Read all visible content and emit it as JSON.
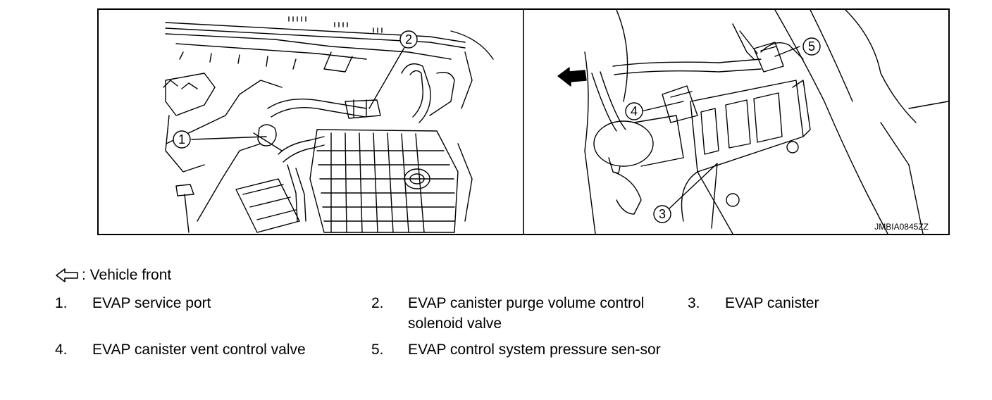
{
  "figure": {
    "image_code": "JMBIA0845ZZ",
    "callouts": [
      "1",
      "2",
      "3",
      "4",
      "5"
    ]
  },
  "legend": {
    "front_label": ": Vehicle front",
    "front_icon": "hollow-arrow-left-icon",
    "items": [
      {
        "number": "1.",
        "text": "EVAP service port"
      },
      {
        "number": "2.",
        "text": "EVAP canister purge volume control solenoid valve"
      },
      {
        "number": "3.",
        "text": "EVAP canister"
      },
      {
        "number": "4.",
        "text": "EVAP canister vent control valve"
      },
      {
        "number": "5.",
        "text": "EVAP control system pressure sen-sor"
      }
    ]
  }
}
